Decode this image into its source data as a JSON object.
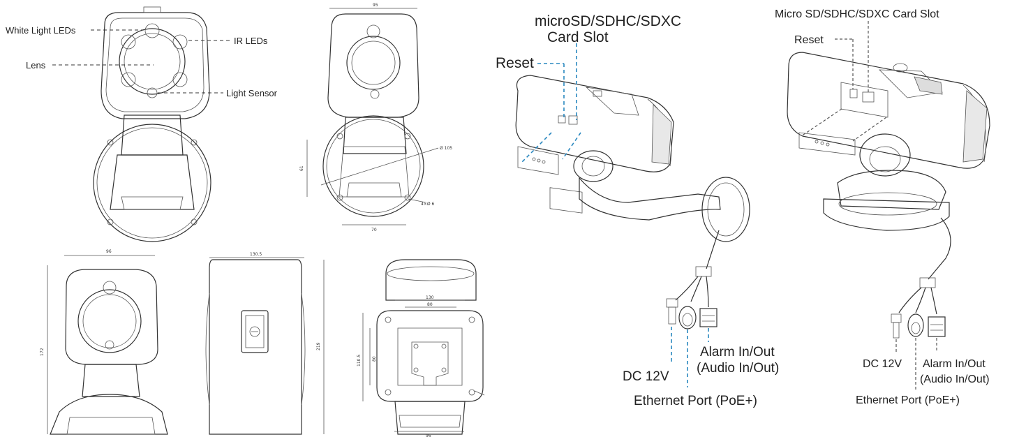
{
  "front_view": {
    "labels": {
      "white_leds": "White Light LEDs",
      "ir_leds": "IR LEDs",
      "lens": "Lens",
      "light_sensor": "Light Sensor"
    }
  },
  "dimensions": {
    "top_width": "95",
    "side_height": "61",
    "diameter": "Ø 105",
    "bottom_width": "70",
    "hole": "4×Ø 6",
    "front_width": "96",
    "front_height": "172",
    "side_width": "130.5",
    "side_height_full": "219",
    "mount_outer": "130",
    "mount_inner": "80",
    "mount_height_a": "110.5",
    "mount_height_b": "80",
    "mount_bottom": "96"
  },
  "iso_view_1": {
    "labels": {
      "card_slot_line1": "microSD/SDHC/SDXC",
      "card_slot_line2": "Card Slot",
      "reset": "Reset",
      "dc": "DC 12V",
      "alarm_line1": "Alarm In/Out",
      "alarm_line2": "(Audio In/Out)",
      "ethernet": "Ethernet Port (PoE+)"
    }
  },
  "iso_view_2": {
    "labels": {
      "card_slot": "Micro SD/SDHC/SDXC Card Slot",
      "reset": "Reset",
      "dc": "DC 12V",
      "alarm_line1": "Alarm In/Out",
      "alarm_line2": "(Audio In/Out)",
      "ethernet": "Ethernet Port (PoE+)"
    }
  }
}
